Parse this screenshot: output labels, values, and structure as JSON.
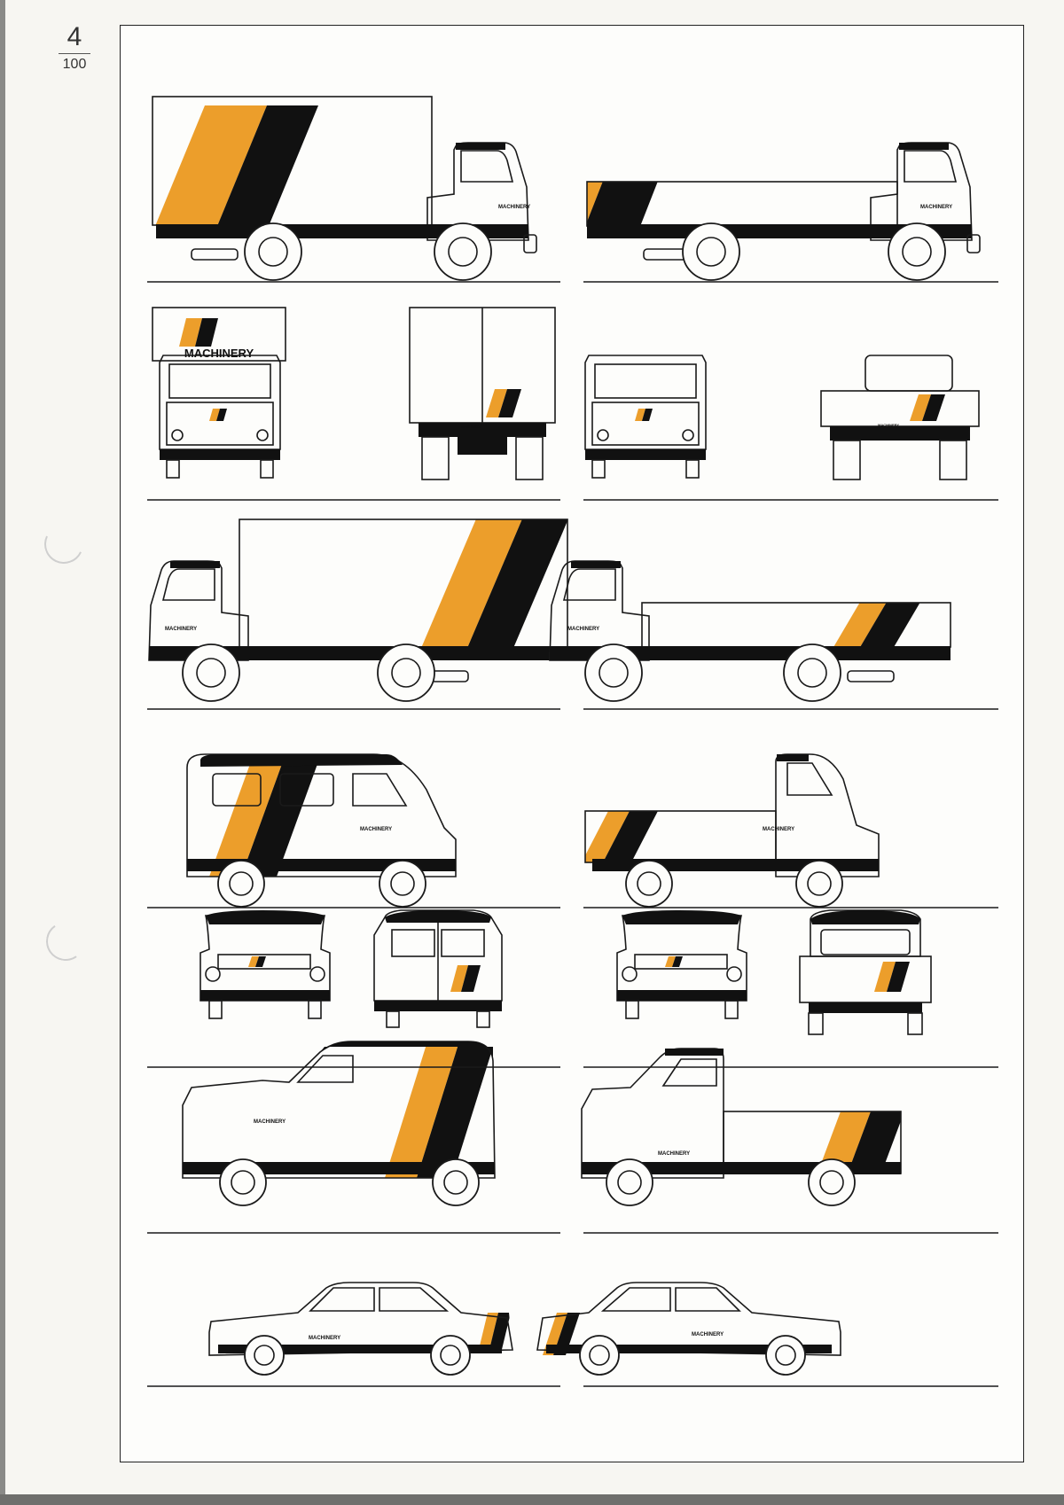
{
  "page": {
    "number": "4",
    "total": "100"
  },
  "brand": {
    "name": "MACHINERY",
    "color_orange": "#ec9e2b",
    "color_black": "#111111",
    "line_color": "#1a1a1a"
  },
  "vehicle_icons": [
    "box-truck-side-icon",
    "flatbed-truck-side-icon",
    "box-truck-front-icon",
    "box-truck-rear-icon",
    "flatbed-truck-front-icon",
    "flatbed-truck-rear-icon",
    "minibus-side-icon",
    "pickup-side-icon",
    "van-front-icon",
    "van-rear-icon",
    "pickup-front-icon",
    "pickup-rear-icon",
    "panel-van-side-icon",
    "pickup-truck-side-icon",
    "sedan-side-icon"
  ]
}
